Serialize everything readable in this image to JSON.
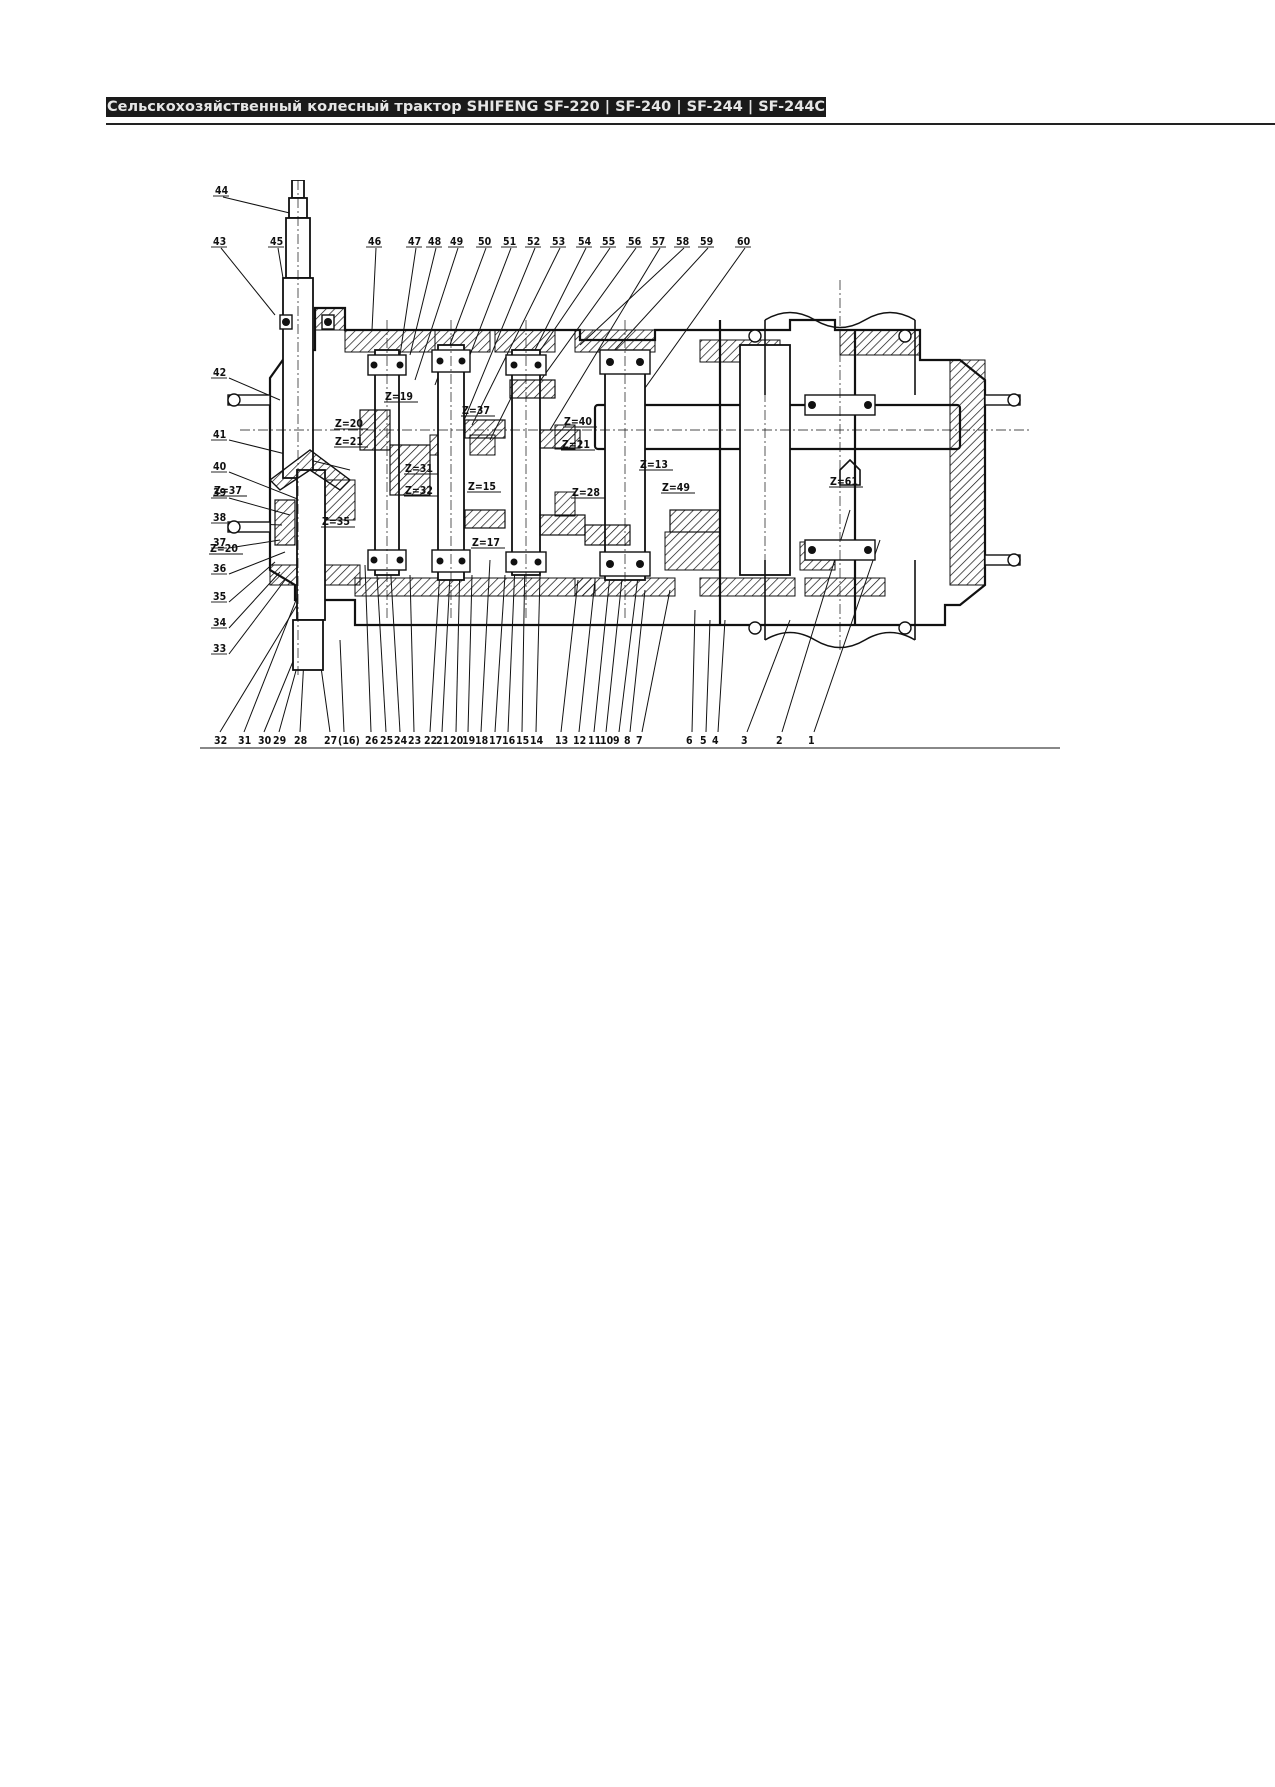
{
  "header": {
    "title": "Сельскохозяйственный колесный трактор SHIFENG SF-220 | SF-240 | SF-244 | SF-244C"
  },
  "figure": {
    "callouts_top": [
      "44",
      "43",
      "45",
      "46",
      "47",
      "48",
      "49",
      "50",
      "51",
      "52",
      "53",
      "54",
      "55",
      "56",
      "57",
      "58",
      "59",
      "60"
    ],
    "callouts_left": [
      "42",
      "41",
      "40",
      "39",
      "38",
      "37",
      "36",
      "35",
      "34",
      "33"
    ],
    "callouts_bottom": [
      "32",
      "31",
      "30",
      "29",
      "28",
      "27",
      "(16)",
      "26",
      "25",
      "24",
      "23",
      "22",
      "21",
      "20",
      "19",
      "18",
      "17",
      "16",
      "15",
      "14",
      "13",
      "12",
      "11",
      "10",
      "9",
      "8",
      "7",
      "6",
      "5",
      "4",
      "3",
      "2",
      "1"
    ],
    "gear_labels": [
      "Z=20",
      "Z=21",
      "Z=19",
      "Z=37",
      "Z=40",
      "Z=31",
      "Z=32",
      "Z=21",
      "Z=13",
      "Z=61",
      "Z=28",
      "Z=15",
      "Z=49",
      "Z=37",
      "Z=35",
      "Z=17",
      "Z=20"
    ]
  }
}
